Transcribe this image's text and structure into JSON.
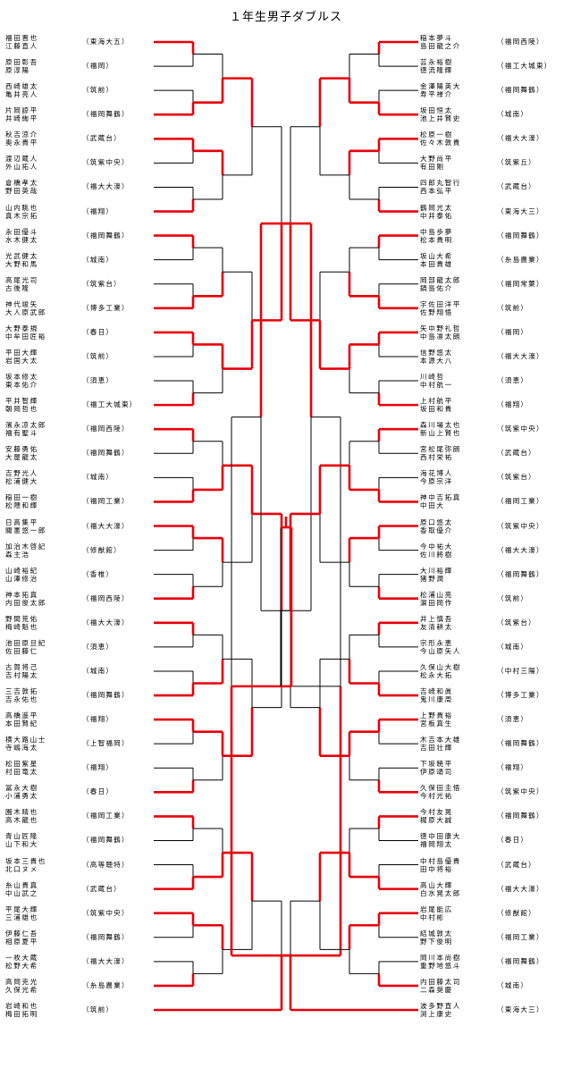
{
  "title": "１年生男子ダブルス",
  "left": [
    {
      "p1": "福田晋也",
      "p2": "江藤直人",
      "school": "東海大五"
    },
    {
      "p1": "原田彰吾",
      "p2": "原淳陽",
      "school": "福岡"
    },
    {
      "p1": "西崎雄太",
      "p2": "亀井亮人",
      "school": "筑前"
    },
    {
      "p1": "片岡諒平",
      "p2": "井崎絢平",
      "school": "福岡舞鶴"
    },
    {
      "p1": "秋吉涼介",
      "p2": "奥永貴平",
      "school": "武蔵台"
    },
    {
      "p1": "渡辺蔵人",
      "p2": "外山拓人",
      "school": "筑紫中央"
    },
    {
      "p1": "倉橋孝太",
      "p2": "野田英哉",
      "school": "福大大濠"
    },
    {
      "p1": "山内眺也",
      "p2": "真木宗拓",
      "school": "福翔"
    },
    {
      "p1": "永田優斗",
      "p2": "水木健太",
      "school": "福岡舞鶴"
    },
    {
      "p1": "光武健太",
      "p2": "大野和馬",
      "school": "城南"
    },
    {
      "p1": "高尾光司",
      "p2": "古後隆",
      "school": "筑紫台"
    },
    {
      "p1": "神代竣矢",
      "p2": "大人原武郎",
      "school": "博多工業"
    },
    {
      "p1": "大野泰規",
      "p2": "中牟田匠裕",
      "school": "春日"
    },
    {
      "p1": "平田大輝",
      "p2": "岩国大太",
      "school": "筑前"
    },
    {
      "p1": "坂本修太",
      "p2": "東本佑介",
      "school": "須恵"
    },
    {
      "p1": "平井智輝",
      "p2": "朝岡哲也",
      "school": "福工大城東"
    },
    {
      "p1": "濱永凉太郎",
      "p2": "福有聖斗",
      "school": "福岡西陵"
    },
    {
      "p1": "安藤勇佑",
      "p2": "大屋龍太",
      "school": "福岡舞鶴"
    },
    {
      "p1": "吉野光人",
      "p2": "松浦健大",
      "school": "城南"
    },
    {
      "p1": "稲田一樹",
      "p2": "松隈和輝",
      "school": "福岡工業"
    },
    {
      "p1": "日高集平",
      "p2": "關憲悠一郎",
      "school": "福大大濠"
    },
    {
      "p1": "加治木啓記",
      "p2": "森主浩",
      "school": "修猷館"
    },
    {
      "p1": "山崎裕紀",
      "p2": "山澤修治",
      "school": "香椎"
    },
    {
      "p1": "神本拓真",
      "p2": "内田俊太郎",
      "school": "福岡西陵"
    },
    {
      "p1": "野間荒佑",
      "p2": "梅崎魁也",
      "school": "福大大濠"
    },
    {
      "p1": "池田原旦紀",
      "p2": "佐田藤仁",
      "school": "須恵"
    },
    {
      "p1": "古賀将己",
      "p2": "吉村陽太",
      "school": "城南"
    },
    {
      "p1": "三吉敦拓",
      "p2": "吉永佑也",
      "school": "福岡舞鶴"
    },
    {
      "p1": "高橋遥平",
      "p2": "本田賢紀",
      "school": "福翔"
    },
    {
      "p1": "横大路山士",
      "p2": "寺嶋海太",
      "school": "上智福岡"
    },
    {
      "p1": "松田紫星",
      "p2": "村田竜太",
      "school": "福翔"
    },
    {
      "p1": "冨永大樹",
      "p2": "小浦勇太",
      "school": "春日"
    },
    {
      "p1": "園木晴也",
      "p2": "高木龍也",
      "school": "福岡工業"
    },
    {
      "p1": "青山匠隆",
      "p2": "山下和大",
      "school": "福岡舞鶴"
    },
    {
      "p1": "坂本三貴也",
      "p2": "北口ヌメ",
      "school": "高等聴特"
    },
    {
      "p1": "糸山貴真",
      "p2": "中山武之",
      "school": "武蔵台"
    },
    {
      "p1": "平尾大輝",
      "p2": "三浦雄也",
      "school": "筑紫中央"
    },
    {
      "p1": "伊藤仁吾",
      "p2": "相原夏平",
      "school": "福岡舞鶴"
    },
    {
      "p1": "一枚大蔵",
      "p2": "松野大希",
      "school": "福大大濠"
    },
    {
      "p1": "高岡克光",
      "p2": "久保光希",
      "school": "糸島農業"
    },
    {
      "p1": "岩崎和也",
      "p2": "梅田拓明",
      "school": "筑前"
    }
  ],
  "right": [
    {
      "p1": "稲本夢斗",
      "p2": "島田龍之介",
      "school": "福岡西陵"
    },
    {
      "p1": "芸永裕樹",
      "p2": "徳流隆輝",
      "school": "福工大城東"
    },
    {
      "p1": "金澤陽英大",
      "p2": "寿平禅介",
      "school": "福岡舞鶴"
    },
    {
      "p1": "坂田恒太",
      "p2": "池上井賢史",
      "school": "城南"
    },
    {
      "p1": "松原一樹",
      "p2": "佐々木敦貴",
      "school": "福大大濠"
    },
    {
      "p1": "大野尚平",
      "p2": "有田剛",
      "school": "筑紫丘"
    },
    {
      "p1": "四郎丸智行",
      "p2": "西本弘平",
      "school": "武蔵台"
    },
    {
      "p1": "鶴岡光太",
      "p2": "中井泰佑",
      "school": "東海大三"
    },
    {
      "p1": "中島歩夢",
      "p2": "松本貴明",
      "school": "福岡舞鶴"
    },
    {
      "p1": "坂山大希",
      "p2": "本田貴雄",
      "school": "糸島農業"
    },
    {
      "p1": "岡部龍太郎",
      "p2": "鍋島佑介",
      "school": "福岡常葉"
    },
    {
      "p1": "宇佐田洋平",
      "p2": "佐野翔悟",
      "school": "筑前"
    },
    {
      "p1": "矢中野礼哲",
      "p2": "中島凛太朗",
      "school": "福岡"
    },
    {
      "p1": "信野悠太",
      "p2": "本源大八",
      "school": "福大大濠"
    },
    {
      "p1": "川崎哲",
      "p2": "中村航一",
      "school": "須恵"
    },
    {
      "p1": "上村航平",
      "p2": "坂田和貴",
      "school": "福翔"
    },
    {
      "p1": "森川場太也",
      "p2": "新山上賢也",
      "school": "筑紫中央"
    },
    {
      "p1": "宮松尾弥朗",
      "p2": "西村栄祐",
      "school": "武蔵台"
    },
    {
      "p1": "海花博人",
      "p2": "今原宗洋",
      "school": "筑紫台"
    },
    {
      "p1": "神中吉拓真",
      "p2": "中田大",
      "school": "福岡工業"
    },
    {
      "p1": "原口悠太",
      "p2": "香取優介",
      "school": "筑紫中央"
    },
    {
      "p1": "今中祐大",
      "p2": "佐川將樹",
      "school": "福大大濠"
    },
    {
      "p1": "大川裕輝",
      "p2": "猪野潤",
      "school": "福岡舞鶴"
    },
    {
      "p1": "松浦山亮",
      "p2": "濵田岡作",
      "school": "筑前"
    },
    {
      "p1": "井上慎吾",
      "p2": "友清耕太",
      "school": "筑紫台"
    },
    {
      "p1": "宗形永恵",
      "p2": "今山原矢人",
      "school": "城南"
    },
    {
      "p1": "久保山大樹",
      "p2": "松永大拓",
      "school": "中村三陽"
    },
    {
      "p1": "吉崎和眞",
      "p2": "鬼川康周",
      "school": "博多工業"
    },
    {
      "p1": "上野貴裕",
      "p2": "宮板真生",
      "school": "須恵"
    },
    {
      "p1": "木吉本大雄",
      "p2": "吉田壮輝",
      "school": "福岡舞鶴"
    },
    {
      "p1": "下坂暁平",
      "p2": "伊原頌司",
      "school": "福翔"
    },
    {
      "p1": "久保田圭悟",
      "p2": "今村光祐",
      "school": "筑紫中央"
    },
    {
      "p1": "今村友晃",
      "p2": "梶原大誠",
      "school": "福岡舞鶴"
    },
    {
      "p1": "徳中田康大",
      "p2": "福岡翔太",
      "school": "春日"
    },
    {
      "p1": "中村島優貴",
      "p2": "田中将裕",
      "school": "武蔵台"
    },
    {
      "p1": "高山大輝",
      "p2": "白水晃太郎",
      "school": "福大大濠"
    },
    {
      "p1": "岩尾能広",
      "p2": "中村彬",
      "school": "修猷館"
    },
    {
      "p1": "結城敦太",
      "p2": "野下俊明",
      "school": "福岡工業"
    },
    {
      "p1": "岡川本尚樹",
      "p2": "重野地悠斗",
      "school": "福岡舞鶴"
    },
    {
      "p1": "内田藤太司",
      "p2": "二森奨慶",
      "school": "城南"
    },
    {
      "p1": "波多野直人",
      "p2": "渕上康史",
      "school": "東海大三"
    }
  ]
}
